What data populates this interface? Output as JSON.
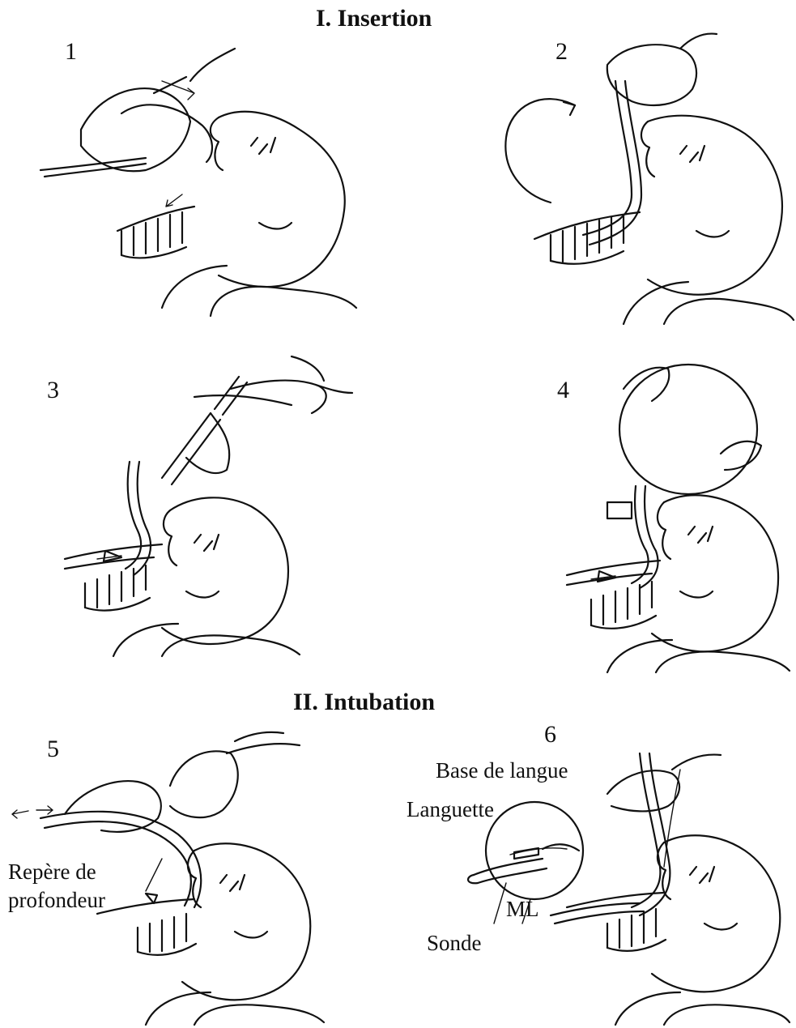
{
  "sections": {
    "insertion": "I. Insertion",
    "intubation": "II. Intubation"
  },
  "steps": [
    "1",
    "2",
    "3",
    "4",
    "5",
    "6"
  ],
  "labels": {
    "depth_mark": "Repère de",
    "depth_mark_2": "profondeur",
    "tongue_base": "Base de langue",
    "tab": "Languette",
    "ml": "ML",
    "probe": "Sonde"
  }
}
